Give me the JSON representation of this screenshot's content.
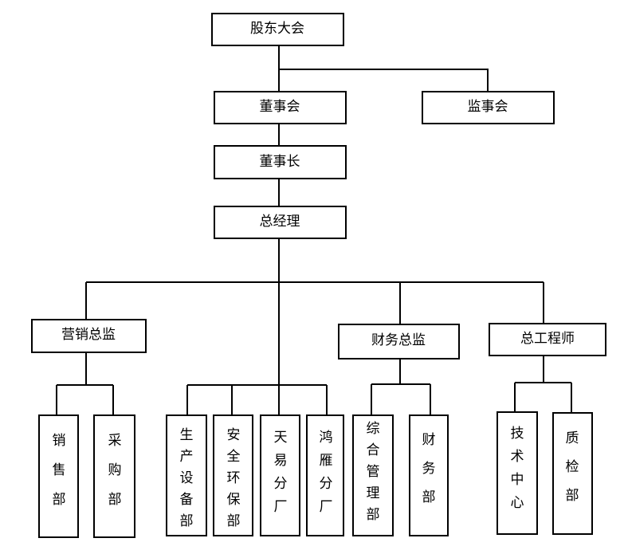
{
  "nodes": {
    "shareholders": "股东大会",
    "board": "董事会",
    "supervisors": "监事会",
    "chairman": "董事长",
    "gm": "总经理",
    "sales_director": "营销总监",
    "finance_director": "财务总监",
    "chief_engineer": "总工程师",
    "sales_dept": "销售部",
    "purchase_dept": "采购部",
    "production_dept": "生产设备部",
    "safety_dept": "安全环保部",
    "tianyi_branch": "天易分厂",
    "hongyan_branch": "鸿雁分厂",
    "admin_dept": "综合管理部",
    "finance_dept": "财务部",
    "tech_center": "技术中心",
    "qc_dept": "质检部"
  }
}
